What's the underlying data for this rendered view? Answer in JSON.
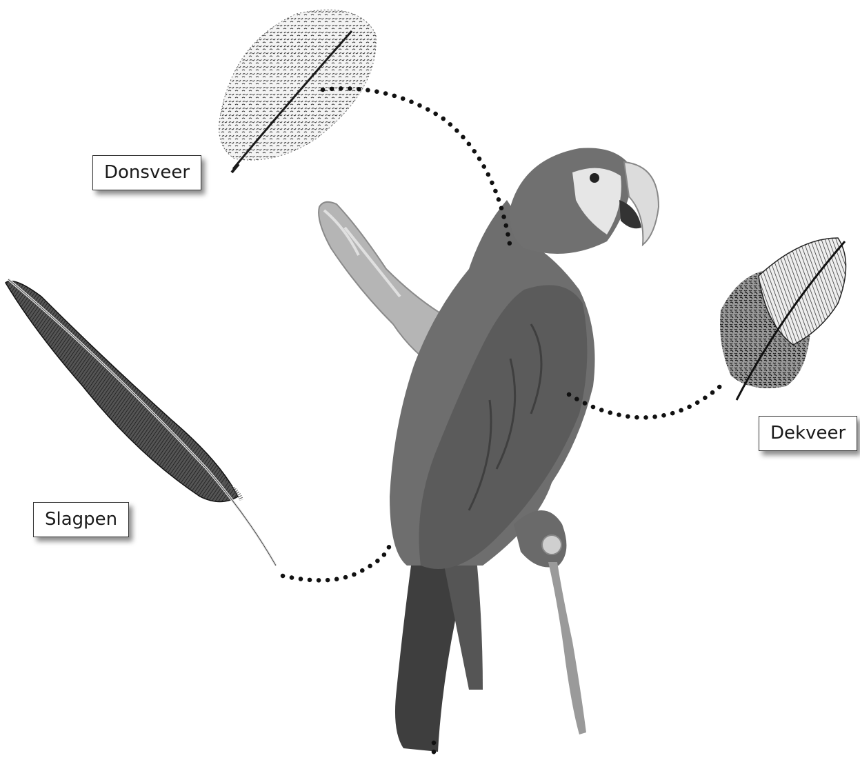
{
  "labels": {
    "donsveer": "Donsveer",
    "dekveer": "Dekveer",
    "slagpen": "Slagpen"
  },
  "colors": {
    "parrot_body": "#6e6e6e",
    "parrot_dark": "#4a4a4a",
    "beak": "#e8e8e8",
    "dots": "#111111",
    "label_border": "#333333"
  },
  "icons": [
    "parrot-illustration",
    "down-feather-icon",
    "contour-feather-icon",
    "flight-feather-icon"
  ]
}
